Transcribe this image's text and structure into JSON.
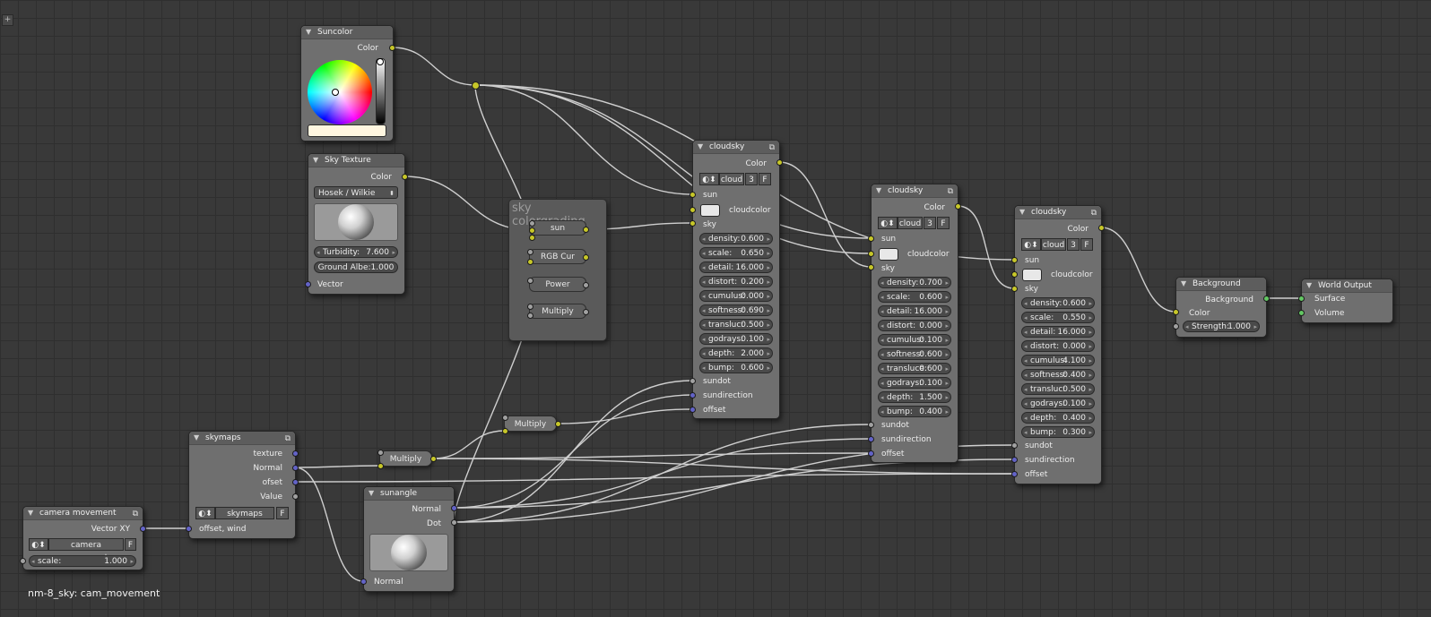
{
  "status_text": "nm-8_sky: cam_movement",
  "add_button": "+",
  "suncolor": {
    "title": "Suncolor",
    "out_color": "Color"
  },
  "skytex": {
    "title": "Sky Texture",
    "out_color": "Color",
    "mode": "Hosek / Wilkie",
    "turbidity_label": "Turbidity:",
    "turbidity_value": "7.600",
    "ground": "Ground Albe:1.000",
    "in_vector": "Vector"
  },
  "colorgrading": {
    "title": "sky colorgrading",
    "sun": "sun",
    "rgb": "RGB Cur",
    "power": "Power",
    "multiply": "Multiply"
  },
  "cloudsky_common": {
    "title": "cloudsky",
    "out_color": "Color",
    "group_name": "cloud",
    "users": "3",
    "fake": "F",
    "in_sun": "sun",
    "in_cloudcolor": "cloudcolor",
    "in_sky": "sky",
    "in_sundot": "sundot",
    "in_sundirection": "sundirection",
    "in_offset": "offset"
  },
  "cloudsky1": {
    "params": [
      {
        "label": "density:",
        "value": "0.600"
      },
      {
        "label": "scale:",
        "value": "0.650"
      },
      {
        "label": "detail:",
        "value": "16.000"
      },
      {
        "label": "distort:",
        "value": "0.200"
      },
      {
        "label": "cumulus:",
        "value": "0.000"
      },
      {
        "label": "softness:",
        "value": "0.690"
      },
      {
        "label": "transluc:",
        "value": "0.500"
      },
      {
        "label": "godrays:",
        "value": "0.100"
      },
      {
        "label": "depth:",
        "value": "2.000"
      },
      {
        "label": "bump:",
        "value": "0.600"
      }
    ]
  },
  "cloudsky2": {
    "params": [
      {
        "label": "density:",
        "value": "0.700"
      },
      {
        "label": "scale:",
        "value": "0.600"
      },
      {
        "label": "detail:",
        "value": "16.000"
      },
      {
        "label": "distort:",
        "value": "0.000"
      },
      {
        "label": "cumulus:",
        "value": "0.100"
      },
      {
        "label": "softness:",
        "value": "0.600"
      },
      {
        "label": "transluce:",
        "value": "0.600"
      },
      {
        "label": "godrays:",
        "value": "0.100"
      },
      {
        "label": "depth:",
        "value": "1.500"
      },
      {
        "label": "bump:",
        "value": "0.400"
      }
    ]
  },
  "cloudsky3": {
    "params": [
      {
        "label": "density:",
        "value": "0.600"
      },
      {
        "label": "scale:",
        "value": "0.550"
      },
      {
        "label": "detail:",
        "value": "16.000"
      },
      {
        "label": "distort:",
        "value": "0.000"
      },
      {
        "label": "cumulus:",
        "value": "4.100"
      },
      {
        "label": "softness:",
        "value": "0.400"
      },
      {
        "label": "transluc:",
        "value": "0.500"
      },
      {
        "label": "godrays:",
        "value": "0.100"
      },
      {
        "label": "depth:",
        "value": "0.400"
      },
      {
        "label": "bump:",
        "value": "0.300"
      }
    ]
  },
  "background": {
    "title": "Background",
    "out": "Background",
    "in_color": "Color",
    "strength_label": "Strength:",
    "strength_value": "1.000"
  },
  "worldout": {
    "title": "World Output",
    "surface": "Surface",
    "volume": "Volume"
  },
  "skymaps": {
    "title": "skymaps",
    "out_texture": "texture",
    "out_normal": "Normal",
    "out_ofset": "ofset",
    "out_value": "Value",
    "group_name": "skymaps",
    "fake": "F",
    "in_offset": "offset, wind"
  },
  "cammove": {
    "title": "camera movement",
    "out_vector": "Vector XY",
    "group_name": "camera movement",
    "fake": "F",
    "scale_label": "scale:",
    "scale_value": "1.000"
  },
  "multiply1": "Multiply",
  "multiply2": "Multiply",
  "sunangle": {
    "title": "sunangle",
    "out_normal": "Normal",
    "out_dot": "Dot",
    "in_normal": "Normal"
  },
  "colors": {
    "socket_color": "#c7c729",
    "socket_float": "#a1a1a1",
    "socket_vector": "#6363c7",
    "socket_shader": "#63c763",
    "wire": "#cfcfcf"
  },
  "icons": [
    "collapse-triangle-icon",
    "node-group-icon",
    "sphere-preview",
    "color-wheel",
    "brightness-slider"
  ]
}
